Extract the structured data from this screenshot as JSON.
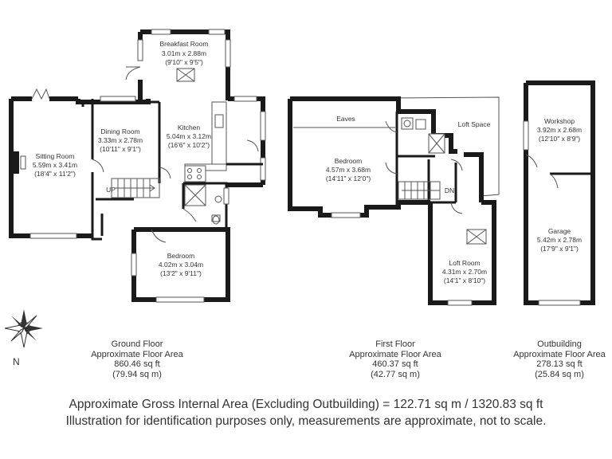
{
  "ground_floor": {
    "rooms": {
      "breakfast_room": {
        "name": "Breakfast Room",
        "metric": "3.01m x 2.88m",
        "imperial": "(9'10\" x 9'5\")"
      },
      "dining_room": {
        "name": "Dining Room",
        "metric": "3.33m x 2.78m",
        "imperial": "(10'11\" x 9'1\")"
      },
      "kitchen": {
        "name": "Kitchen",
        "metric": "5.04m x 3.12m",
        "imperial": "(16'6\" x 10'2\")"
      },
      "sitting_room": {
        "name": "Sitting Room",
        "metric": "5.59m x 3.41m",
        "imperial": "(18'4\" x 11'2\")"
      },
      "bedroom": {
        "name": "Bedroom",
        "metric": "4.02m x 3.04m",
        "imperial": "(13'2\" x 9'11\")"
      }
    },
    "stair_label": "UP",
    "caption": {
      "title": "Ground Floor",
      "subtitle": "Approximate Floor Area",
      "sqft": "860.46 sq ft",
      "sqm": "(79.94 sq m)"
    }
  },
  "first_floor": {
    "rooms": {
      "eaves": {
        "name": "Eaves"
      },
      "loft_space": {
        "name": "Loft Space"
      },
      "bedroom": {
        "name": "Bedroom",
        "metric": "4.57m x 3.68m",
        "imperial": "(14'11\" x 12'0\")"
      },
      "loft_room": {
        "name": "Loft Room",
        "metric": "4.31m x 2.70m",
        "imperial": "(14'1\" x 8'10\")"
      }
    },
    "stair_label": "DN",
    "caption": {
      "title": "First Floor",
      "subtitle": "Approximate Floor Area",
      "sqft": "460.37 sq ft",
      "sqm": "(42.77 sq m)"
    }
  },
  "outbuilding": {
    "rooms": {
      "workshop": {
        "name": "Workshop",
        "metric": "3.92m x 2.68m",
        "imperial": "(12'10\" x 8'9\")"
      },
      "garage": {
        "name": "Garage",
        "metric": "5.42m x 2.78m",
        "imperial": "(17'9\" x 9'1\")"
      }
    },
    "caption": {
      "title": "Outbuilding",
      "subtitle": "Approximate Floor Area",
      "sqft": "278.13 sq ft",
      "sqm": "(25.84 sq m)"
    }
  },
  "compass": {
    "label": "N"
  },
  "footer": {
    "line1": "Approximate Gross Internal Area (Excluding Outbuilding) = 122.71 sq m / 1320.83 sq ft",
    "line2": "Illustration for identification purposes only, measurements are approximate, not to scale."
  }
}
